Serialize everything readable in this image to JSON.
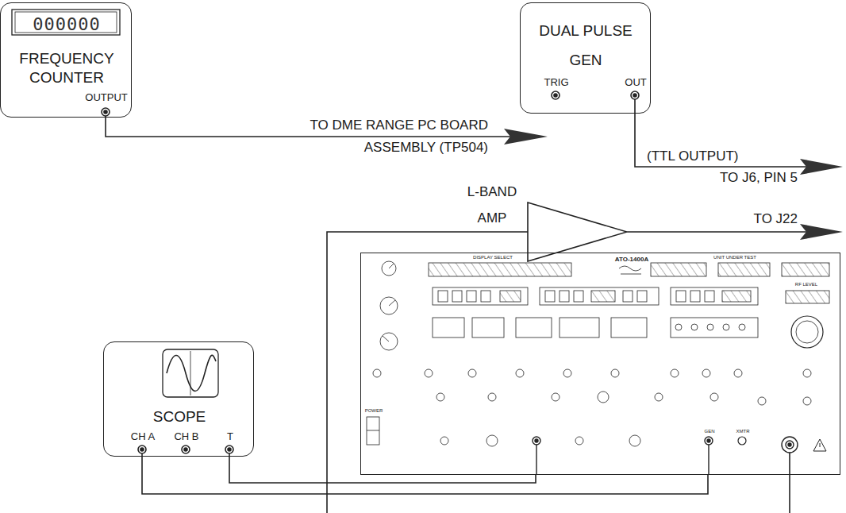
{
  "diagram": {
    "nodes": [
      {
        "text": [
          "000000",
          "FREQUENCY COUNTER",
          "OUTPUT"
        ]
      },
      {
        "text": [
          "DUAL PULSE GEN",
          "TRIG",
          "OUT"
        ]
      },
      {
        "text": [
          "L-BAND AMP"
        ]
      },
      {
        "text": [
          "SCOPE",
          "CH A",
          "CH B",
          "T"
        ]
      },
      {
        "text": [
          "DISPLAY SELECT",
          "ATO-1400A",
          "UNIT UNDER TEST",
          "RF LEVEL",
          "POWER",
          "GEN",
          "XMTR"
        ]
      }
    ],
    "edges": [
      {
        "from": 3,
        "to": 4,
        "arrow": "none"
      },
      {
        "from": 3,
        "to": 4,
        "arrow": "none"
      }
    ],
    "labels": [
      "TO DME RANGE PC BOARD",
      "ASSEMBLY (TP504)",
      "(TTL OUTPUT)",
      "TO J6, PIN 5",
      "TO J22"
    ]
  }
}
